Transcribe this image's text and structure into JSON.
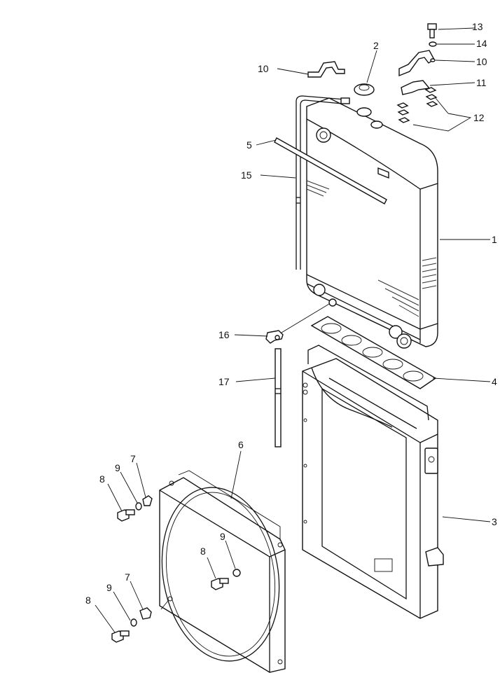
{
  "callouts": {
    "c1": "1",
    "c2": "2",
    "c3": "3",
    "c4": "4",
    "c5": "5",
    "c6": "6",
    "c7a": "7",
    "c7b": "7",
    "c8a": "8",
    "c8b": "8",
    "c8c": "8",
    "c9a": "9",
    "c9b": "9",
    "c9c": "9",
    "c10a": "10",
    "c10b": "10",
    "c11": "11",
    "c12": "12",
    "c13": "13",
    "c14": "14",
    "c15": "15",
    "c16": "16",
    "c17": "17"
  }
}
